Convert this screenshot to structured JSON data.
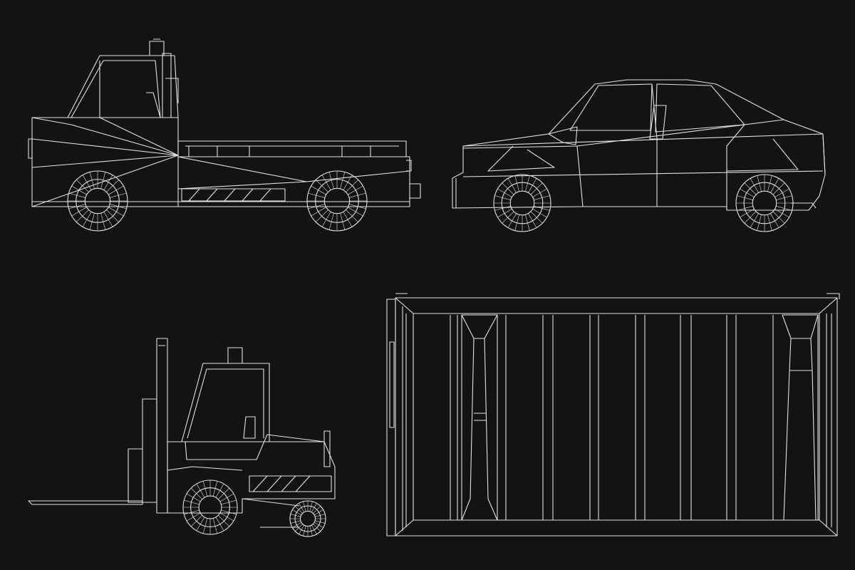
{
  "colors": {
    "background": "#131313",
    "line": "#e2e2e2"
  },
  "drawings": [
    {
      "name": "flatbed-truck",
      "view": "side"
    },
    {
      "name": "sedan-car",
      "view": "side"
    },
    {
      "name": "forklift",
      "view": "side"
    },
    {
      "name": "shipping-container",
      "view": "side"
    }
  ]
}
